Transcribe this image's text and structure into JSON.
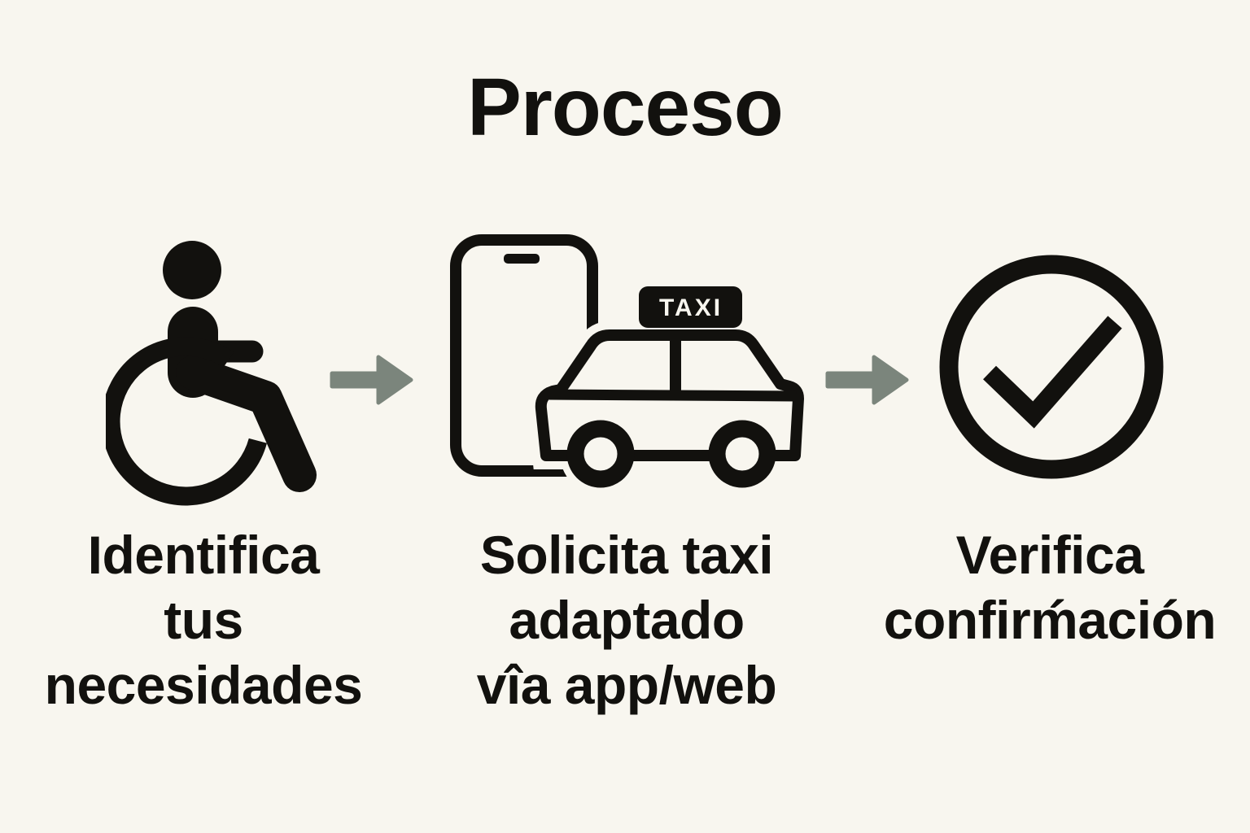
{
  "title": "Proceso",
  "colors": {
    "background": "#F8F6EF",
    "ink": "#12110E",
    "arrow": "#7B857C"
  },
  "steps": [
    {
      "id": "identify-needs",
      "icon": "wheelchair-icon",
      "label": "Identifica\ntus\nnecesidades"
    },
    {
      "id": "request-adapted-taxi",
      "icon": "phone-taxi-icon",
      "taxi_sign_label": "TAXI",
      "label": "Solicita taxi\nadaptado\nvîa app/web"
    },
    {
      "id": "verify-confirmation",
      "icon": "check-circle-icon",
      "label": "Verifica\nconfirḿación"
    }
  ]
}
